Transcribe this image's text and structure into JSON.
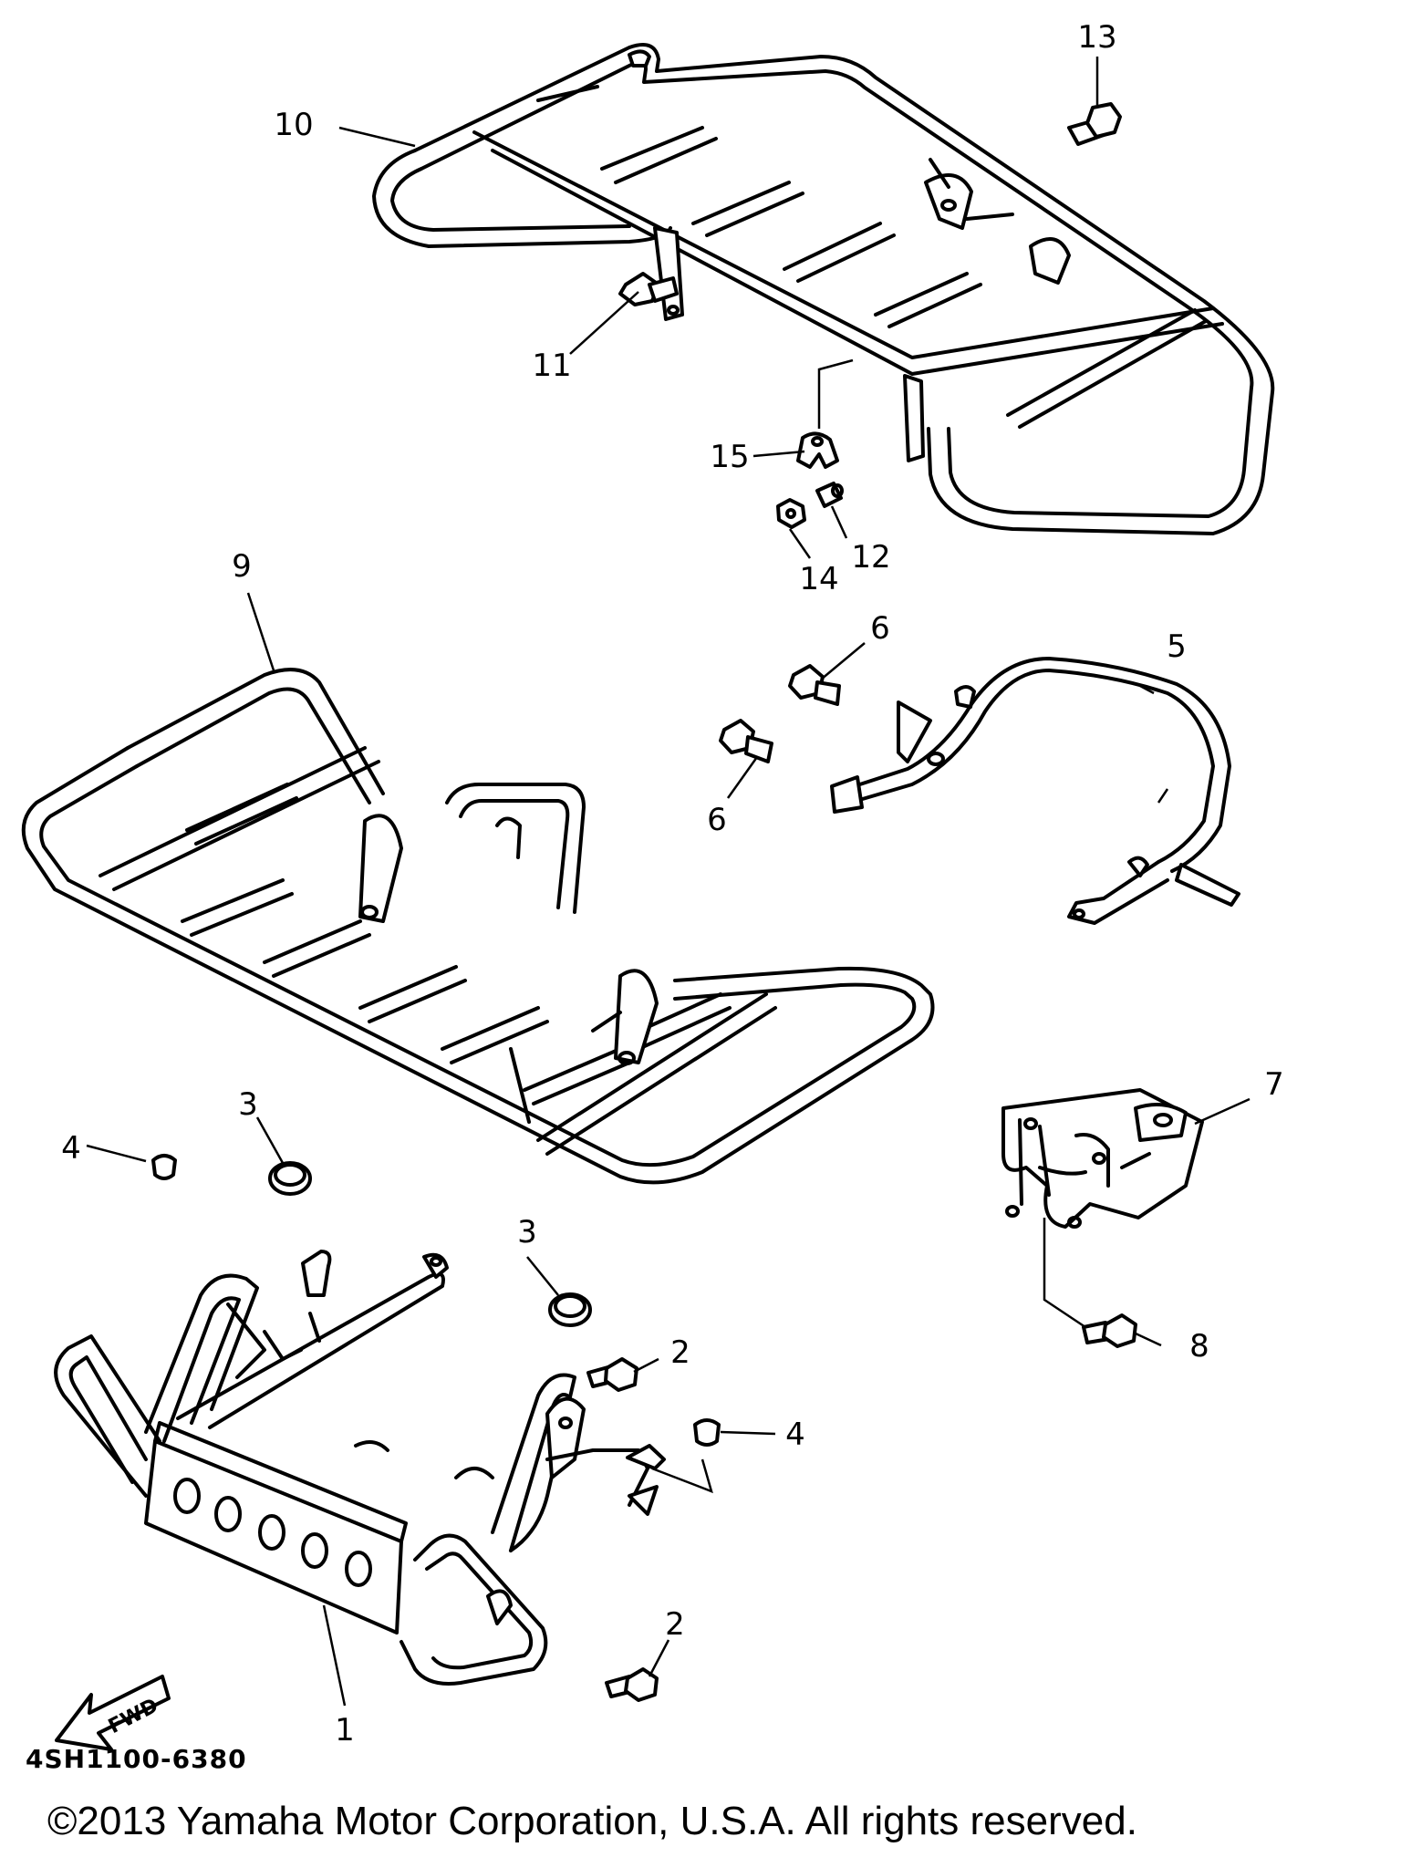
{
  "diagram": {
    "callouts": [
      {
        "id": "c1",
        "label": "1"
      },
      {
        "id": "c2a",
        "label": "2"
      },
      {
        "id": "c2b",
        "label": "2"
      },
      {
        "id": "c3a",
        "label": "3"
      },
      {
        "id": "c3b",
        "label": "3"
      },
      {
        "id": "c4a",
        "label": "4"
      },
      {
        "id": "c4b",
        "label": "4"
      },
      {
        "id": "c5",
        "label": "5"
      },
      {
        "id": "c6a",
        "label": "6"
      },
      {
        "id": "c6b",
        "label": "6"
      },
      {
        "id": "c7",
        "label": "7"
      },
      {
        "id": "c8",
        "label": "8"
      },
      {
        "id": "c9",
        "label": "9"
      },
      {
        "id": "c10",
        "label": "10"
      },
      {
        "id": "c11",
        "label": "11"
      },
      {
        "id": "c12",
        "label": "12"
      },
      {
        "id": "c13",
        "label": "13"
      },
      {
        "id": "c14",
        "label": "14"
      },
      {
        "id": "c15",
        "label": "15"
      }
    ],
    "fwd_label": "FWD",
    "code": "4SH1100-6380"
  },
  "footer": {
    "copyright": "©2013 Yamaha Motor Corporation, U.S.A. All rights reserved."
  }
}
